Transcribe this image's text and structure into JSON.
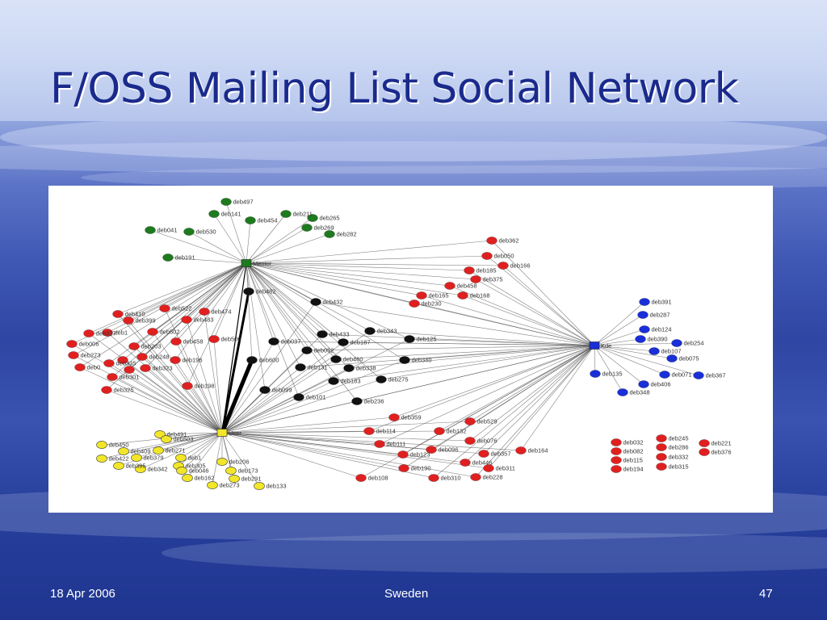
{
  "slide": {
    "title": "F/OSS Mailing List Social Network",
    "footer_date": "18 Apr 2006",
    "footer_center": "Sweden",
    "footer_page": "47"
  },
  "colors": {
    "green": "#1e7a1e",
    "red": "#e02020",
    "blue": "#1a2fd8",
    "black": "#111111",
    "yellow": "#f2e628",
    "edge": "#555555"
  },
  "hubs": [
    {
      "id": "Mentor",
      "label": "Mentor"
    },
    {
      "id": "User",
      "label": "User"
    },
    {
      "id": "Kde",
      "label": "Kde"
    }
  ],
  "nodes": [
    {
      "id": "deb497",
      "c": "green",
      "hub": "Mentor"
    },
    {
      "id": "deb141",
      "c": "green",
      "hub": "Mentor"
    },
    {
      "id": "deb211",
      "c": "green",
      "hub": "Mentor"
    },
    {
      "id": "deb454",
      "c": "green",
      "hub": "Mentor"
    },
    {
      "id": "deb265",
      "c": "green",
      "hub": "Mentor"
    },
    {
      "id": "deb041",
      "c": "green",
      "hub": "Mentor"
    },
    {
      "id": "deb530",
      "c": "green",
      "hub": "Mentor"
    },
    {
      "id": "deb269",
      "c": "green",
      "hub": "Mentor"
    },
    {
      "id": "deb282",
      "c": "green",
      "hub": "Mentor"
    },
    {
      "id": "deb191",
      "c": "green",
      "hub": "Mentor"
    },
    {
      "id": "deb391",
      "c": "blue",
      "hub": "Kde"
    },
    {
      "id": "deb287",
      "c": "blue",
      "hub": "Kde"
    },
    {
      "id": "deb124",
      "c": "blue",
      "hub": "Kde"
    },
    {
      "id": "deb390",
      "c": "blue",
      "hub": "Kde"
    },
    {
      "id": "deb254",
      "c": "blue",
      "hub": "Kde"
    },
    {
      "id": "deb107",
      "c": "blue",
      "hub": "Kde"
    },
    {
      "id": "deb075",
      "c": "blue",
      "hub": "Kde"
    },
    {
      "id": "deb135",
      "c": "blue",
      "hub": "Kde"
    },
    {
      "id": "deb071",
      "c": "blue",
      "hub": "Kde"
    },
    {
      "id": "deb367",
      "c": "blue",
      "hub": "Kde"
    },
    {
      "id": "deb406",
      "c": "blue",
      "hub": "Kde"
    },
    {
      "id": "deb348",
      "c": "blue",
      "hub": "Kde"
    },
    {
      "id": "deb362",
      "c": "red",
      "hub": "Mentor|Kde"
    },
    {
      "id": "deb050",
      "c": "red",
      "hub": "Mentor|Kde"
    },
    {
      "id": "deb166",
      "c": "red",
      "hub": "Mentor|Kde"
    },
    {
      "id": "deb185",
      "c": "red",
      "hub": "Mentor|Kde"
    },
    {
      "id": "deb375",
      "c": "red",
      "hub": "Mentor|Kde"
    },
    {
      "id": "deb458",
      "c": "red",
      "hub": "Mentor|Kde"
    },
    {
      "id": "deb165",
      "c": "red",
      "hub": "Mentor|Kde"
    },
    {
      "id": "deb168",
      "c": "red",
      "hub": "Mentor|Kde"
    },
    {
      "id": "deb230",
      "c": "red",
      "hub": "Mentor|Kde"
    },
    {
      "id": "deb482",
      "c": "black",
      "hub": "Mentor|User"
    },
    {
      "id": "deb432",
      "c": "black",
      "hub": "Mentor|User|Kde"
    },
    {
      "id": "deb433",
      "c": "black",
      "hub": "Mentor|User|Kde"
    },
    {
      "id": "deb343",
      "c": "black",
      "hub": "Mentor|User|Kde"
    },
    {
      "id": "deb037",
      "c": "black",
      "hub": "Mentor|User|Kde"
    },
    {
      "id": "deb187",
      "c": "black",
      "hub": "Mentor|User|Kde"
    },
    {
      "id": "deb125",
      "c": "black",
      "hub": "Mentor|User|Kde"
    },
    {
      "id": "deb052",
      "c": "black",
      "hub": "Mentor|User|Kde"
    },
    {
      "id": "deb600",
      "c": "black",
      "hub": "Mentor|User"
    },
    {
      "id": "deb460",
      "c": "black",
      "hub": "Mentor|User|Kde"
    },
    {
      "id": "deb340",
      "c": "black",
      "hub": "Mentor|User|Kde"
    },
    {
      "id": "deb131",
      "c": "black",
      "hub": "Mentor|User|Kde"
    },
    {
      "id": "deb338",
      "c": "black",
      "hub": "Mentor|User|Kde"
    },
    {
      "id": "deb183",
      "c": "black",
      "hub": "Mentor|User|Kde"
    },
    {
      "id": "deb275",
      "c": "black",
      "hub": "Mentor|User|Kde"
    },
    {
      "id": "deb099",
      "c": "black",
      "hub": "Mentor|User"
    },
    {
      "id": "deb101",
      "c": "black",
      "hub": "Mentor|User"
    },
    {
      "id": "deb236",
      "c": "black",
      "hub": "Mentor|User|Kde"
    },
    {
      "id": "deb410",
      "c": "red",
      "hub": "Mentor|User"
    },
    {
      "id": "deb522",
      "c": "red",
      "hub": "Mentor|User"
    },
    {
      "id": "deb474",
      "c": "red",
      "hub": "Mentor|User"
    },
    {
      "id": "deb399",
      "c": "red",
      "hub": "Mentor|User"
    },
    {
      "id": "deb483",
      "c": "red",
      "hub": "Mentor|User"
    },
    {
      "id": "deb1",
      "c": "red",
      "hub": "Mentor|User"
    },
    {
      "id": "deb327",
      "c": "red",
      "hub": "Mentor|User"
    },
    {
      "id": "deb502",
      "c": "red",
      "hub": "Mentor|User"
    },
    {
      "id": "deb500",
      "c": "red",
      "hub": "Mentor|User"
    },
    {
      "id": "deb006",
      "c": "red",
      "hub": "Mentor|User"
    },
    {
      "id": "deb203",
      "c": "red",
      "hub": "Mentor|User"
    },
    {
      "id": "deb458b",
      "c": "red",
      "hub": "Mentor|User"
    },
    {
      "id": "deb273",
      "c": "red",
      "hub": "Mentor|User"
    },
    {
      "id": "deb248",
      "c": "red",
      "hub": "Mentor|User"
    },
    {
      "id": "deb196",
      "c": "red",
      "hub": "Mentor|User"
    },
    {
      "id": "deb335",
      "c": "red",
      "hub": "Mentor|User"
    },
    {
      "id": "deb02",
      "c": "red",
      "hub": "Mentor|User"
    },
    {
      "id": "deb323",
      "c": "red",
      "hub": "Mentor|User"
    },
    {
      "id": "deb301",
      "c": "red",
      "hub": "Mentor|User"
    },
    {
      "id": "deb198",
      "c": "red",
      "hub": "Mentor|User"
    },
    {
      "id": "deb325",
      "c": "red",
      "hub": "Mentor|User"
    },
    {
      "id": "debx1",
      "c": "red",
      "hub": "Mentor|User"
    },
    {
      "id": "debx2",
      "c": "red",
      "hub": "Mentor|User"
    },
    {
      "id": "deb359",
      "c": "red",
      "hub": "User|Kde"
    },
    {
      "id": "deb529",
      "c": "red",
      "hub": "User|Kde"
    },
    {
      "id": "deb114",
      "c": "red",
      "hub": "User|Kde"
    },
    {
      "id": "deb132",
      "c": "red",
      "hub": "User|Kde"
    },
    {
      "id": "deb111",
      "c": "red",
      "hub": "User|Kde"
    },
    {
      "id": "deb076",
      "c": "red",
      "hub": "User|Kde"
    },
    {
      "id": "deb096",
      "c": "red",
      "hub": "User|Kde"
    },
    {
      "id": "deb357",
      "c": "red",
      "hub": "User|Kde"
    },
    {
      "id": "deb164",
      "c": "red",
      "hub": "User|Kde"
    },
    {
      "id": "deb123",
      "c": "red",
      "hub": "User|Kde"
    },
    {
      "id": "deb446",
      "c": "red",
      "hub": "User|Kde"
    },
    {
      "id": "deb190",
      "c": "red",
      "hub": "User|Kde"
    },
    {
      "id": "deb311",
      "c": "red",
      "hub": "User|Kde"
    },
    {
      "id": "deb108",
      "c": "red",
      "hub": "User|Kde"
    },
    {
      "id": "deb310",
      "c": "red",
      "hub": "User|Kde"
    },
    {
      "id": "deb228",
      "c": "red",
      "hub": "User|Kde"
    },
    {
      "id": "deb491",
      "c": "yellow",
      "hub": "User"
    },
    {
      "id": "deb503",
      "c": "yellow",
      "hub": "User"
    },
    {
      "id": "deb450",
      "c": "yellow",
      "hub": "User"
    },
    {
      "id": "deb409",
      "c": "yellow",
      "hub": "User"
    },
    {
      "id": "deb271",
      "c": "yellow",
      "hub": "User"
    },
    {
      "id": "deb422",
      "c": "yellow",
      "hub": "User"
    },
    {
      "id": "deb379",
      "c": "yellow",
      "hub": "User"
    },
    {
      "id": "deb1y",
      "c": "yellow",
      "hub": "User"
    },
    {
      "id": "deb395",
      "c": "yellow",
      "hub": "User"
    },
    {
      "id": "deb342",
      "c": "yellow",
      "hub": "User"
    },
    {
      "id": "deb305",
      "c": "yellow",
      "hub": "User"
    },
    {
      "id": "deb046",
      "c": "yellow",
      "hub": "User"
    },
    {
      "id": "deb206",
      "c": "yellow",
      "hub": "User"
    },
    {
      "id": "deb173",
      "c": "yellow",
      "hub": "User"
    },
    {
      "id": "deb162",
      "c": "yellow",
      "hub": "User"
    },
    {
      "id": "deb291",
      "c": "yellow",
      "hub": "User"
    },
    {
      "id": "deb273y",
      "c": "yellow",
      "hub": "User"
    },
    {
      "id": "deb133",
      "c": "yellow",
      "hub": "User"
    },
    {
      "id": "deb032",
      "c": "red",
      "hub": ""
    },
    {
      "id": "deb245",
      "c": "red",
      "hub": ""
    },
    {
      "id": "deb221",
      "c": "red",
      "hub": ""
    },
    {
      "id": "deb082",
      "c": "red",
      "hub": ""
    },
    {
      "id": "deb286",
      "c": "red",
      "hub": ""
    },
    {
      "id": "deb376",
      "c": "red",
      "hub": ""
    },
    {
      "id": "deb115",
      "c": "red",
      "hub": ""
    },
    {
      "id": "deb332",
      "c": "red",
      "hub": ""
    },
    {
      "id": "deb194",
      "c": "red",
      "hub": ""
    },
    {
      "id": "deb315",
      "c": "red",
      "hub": ""
    }
  ],
  "labels": {
    "deb497": "deb497",
    "deb141": "deb141",
    "deb211": "deb211",
    "deb454": "deb454",
    "deb265": "deb265",
    "deb041": "deb041",
    "deb530": "deb530",
    "deb269": "deb269",
    "deb282": "deb282",
    "deb191": "deb191",
    "deb391": "deb391",
    "deb287": "deb287",
    "deb124": "deb124",
    "deb390": "deb390",
    "deb254": "deb254",
    "deb107": "deb107",
    "deb075": "deb075",
    "deb135": "deb135",
    "deb071": "deb071",
    "deb367": "deb367",
    "deb406": "deb406",
    "deb348": "deb348",
    "deb362": "deb362",
    "deb050": "deb050",
    "deb166": "deb166",
    "deb185": "deb185",
    "deb375": "deb375",
    "deb458": "deb458",
    "deb165": "deb165",
    "deb168": "deb168",
    "deb230": "deb230",
    "deb482": "deb482",
    "deb432": "deb432",
    "deb433": "deb433",
    "deb343": "deb343",
    "deb037": "deb037",
    "deb187": "deb187",
    "deb125": "deb125",
    "deb052": "deb052",
    "deb600": "deb600",
    "deb460": "deb460",
    "deb340": "deb340",
    "deb131": "deb131",
    "deb338": "deb338",
    "deb183": "deb183",
    "deb275": "deb275",
    "deb099": "deb099",
    "deb101": "deb101",
    "deb236": "deb236",
    "deb410": "deb410",
    "deb522": "deb522",
    "deb474": "deb474",
    "deb399": "deb399",
    "deb483": "deb483",
    "deb1": "deb1",
    "deb327": "deb327",
    "deb502": "deb502",
    "deb500": "deb500",
    "deb006": "deb006",
    "deb203": "deb203",
    "deb458b": "deb458",
    "deb273": "deb273",
    "deb248": "deb248",
    "deb196": "deb196",
    "deb335": "deb335",
    "deb02": "deb0",
    "deb323": "deb323",
    "deb301": "deb301",
    "deb198": "deb198",
    "deb325": "deb325",
    "debx1": "",
    "debx2": "",
    "deb359": "deb359",
    "deb529": "deb529",
    "deb114": "deb114",
    "deb132": "deb132",
    "deb111": "deb111",
    "deb076": "deb076",
    "deb096": "deb096",
    "deb357": "deb357",
    "deb164": "deb164",
    "deb123": "deb123",
    "deb446": "deb446",
    "deb190": "deb190",
    "deb311": "deb311",
    "deb108": "deb108",
    "deb310": "deb310",
    "deb228": "deb228",
    "deb491": "deb491",
    "deb503": "deb503",
    "deb450": "deb450",
    "deb409": "deb409",
    "deb271": "deb271",
    "deb422": "deb422",
    "deb379": "deb379",
    "deb1y": "deb1",
    "deb395": "deb395",
    "deb342": "deb342",
    "deb305": "deb305",
    "deb046": "deb046",
    "deb206": "deb206",
    "deb173": "deb173",
    "deb162": "deb162",
    "deb291": "deb291",
    "deb273y": "deb273",
    "deb133": "deb133",
    "deb032": "deb032",
    "deb245": "deb245",
    "deb221": "deb221",
    "deb082": "deb082",
    "deb286": "deb286",
    "deb376": "deb376",
    "deb115": "deb115",
    "deb332": "deb332",
    "deb194": "deb194",
    "deb315": "deb315"
  },
  "strong_edges": [
    {
      "from": "deb600",
      "to": "User"
    },
    {
      "from": "deb482",
      "to": "User"
    }
  ]
}
